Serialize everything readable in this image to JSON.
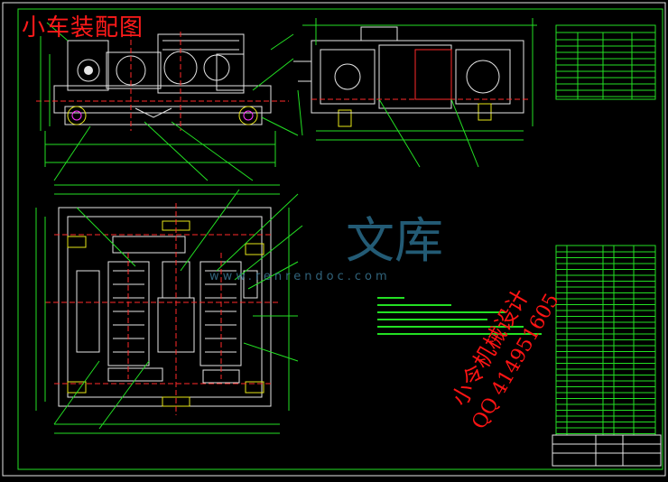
{
  "drawing": {
    "title": "小车装配图",
    "watermark_cn": "文库",
    "watermark_url": "www.renrendoc.com",
    "stamp_line1": "小令机械设计",
    "stamp_line2": "QQ 414951605"
  },
  "colors": {
    "background": "#000000",
    "line_white": "#e6e6e6",
    "line_green": "#23e023",
    "line_cyan": "#19d9e6",
    "line_magenta": "#ff33ff",
    "line_yellow": "#e6e619",
    "line_red": "#ff2a2a",
    "title_red": "#ff1a1a",
    "watermark": "#2a6c8a"
  }
}
